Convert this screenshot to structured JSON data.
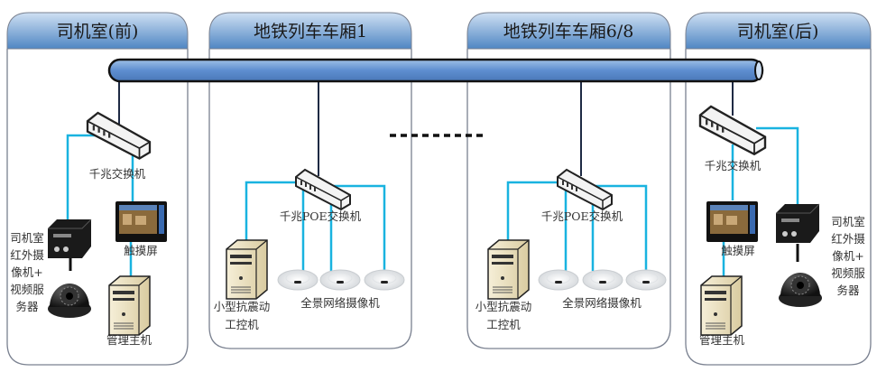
{
  "zones": [
    {
      "title": "司机室(前)"
    },
    {
      "title": "地铁列车车厢1"
    },
    {
      "title": "地铁列车车厢6/8"
    },
    {
      "title": "司机室(后)"
    }
  ],
  "labels": {
    "gigabit_switch": "千兆交换机",
    "poe_switch": "千兆POE交换机",
    "touchscreen": "触摸屏",
    "management_host": "管理主机",
    "ipc_line1": "小型抗震动",
    "ipc_line2": "工控机",
    "panoramic_camera": "全景网络摄像机",
    "cab_camera_lines": [
      "司机室",
      "红外摄",
      "像机+",
      "视频服",
      "务器"
    ]
  },
  "colors": {
    "header": "#5b8fc7",
    "bus": "#6f9bd0",
    "link": "#19b3e0",
    "trunk": "#1e2a44"
  }
}
